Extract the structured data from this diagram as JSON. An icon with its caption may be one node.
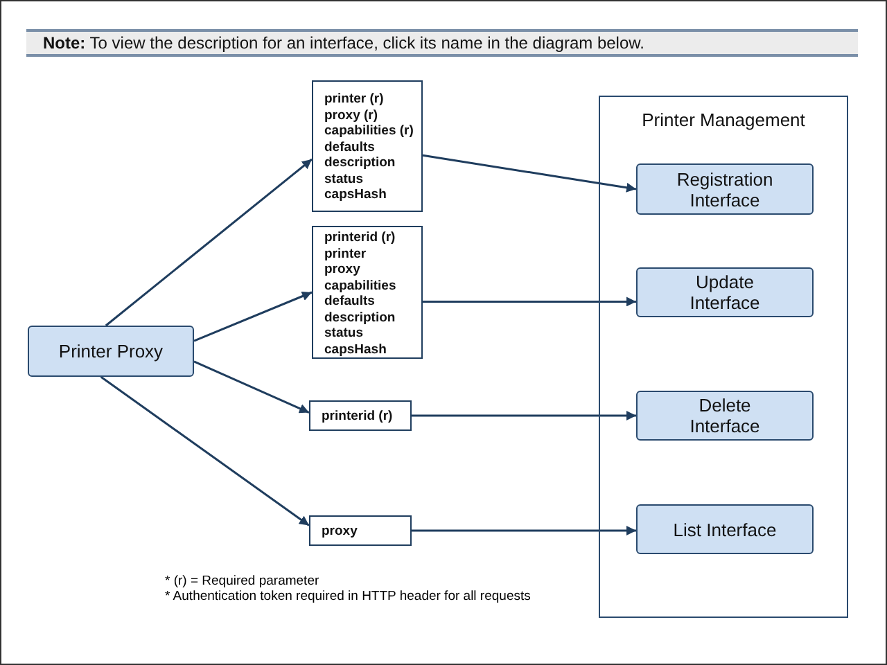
{
  "diagram": {
    "title": "**Note:** To view the description for an interface, click its name in the diagram below.",
    "nodes": [
      {
        "text": [
          "Printer Proxy"
        ]
      },
      {
        "text": [
          "printer (r)",
          "proxy (r)",
          "capabilities (r)",
          "defaults",
          "description",
          "status",
          "capsHash"
        ]
      },
      {
        "text": [
          "printerid (r)",
          "printer",
          "proxy",
          "capabilities",
          "defaults",
          "description",
          "status",
          "capsHash"
        ]
      },
      {
        "text": [
          "printerid (r)"
        ]
      },
      {
        "text": [
          "proxy"
        ]
      },
      {
        "text": [
          "Printer Management"
        ]
      },
      {
        "text": [
          "Registration Interface"
        ],
        "in": 5
      },
      {
        "text": [
          "Update Interface"
        ],
        "in": 5
      },
      {
        "text": [
          "Delete Interface"
        ],
        "in": 5
      },
      {
        "text": [
          "List Interface"
        ],
        "in": 5
      }
    ],
    "edges": [
      {
        "from": 0,
        "to": 1,
        "arrow": "to"
      },
      {
        "from": 0,
        "to": 2,
        "arrow": "to"
      },
      {
        "from": 0,
        "to": 3,
        "arrow": "to"
      },
      {
        "from": 0,
        "to": 4,
        "arrow": "to"
      },
      {
        "from": 1,
        "to": 6,
        "arrow": "to"
      },
      {
        "from": 2,
        "to": 7,
        "arrow": "to"
      },
      {
        "from": 3,
        "to": 8,
        "arrow": "to"
      },
      {
        "from": 4,
        "to": 9,
        "arrow": "to"
      }
    ],
    "labels": [
      "* (r) = Required parameter",
      "* Authentication token required in HTTP header for all requests"
    ]
  }
}
